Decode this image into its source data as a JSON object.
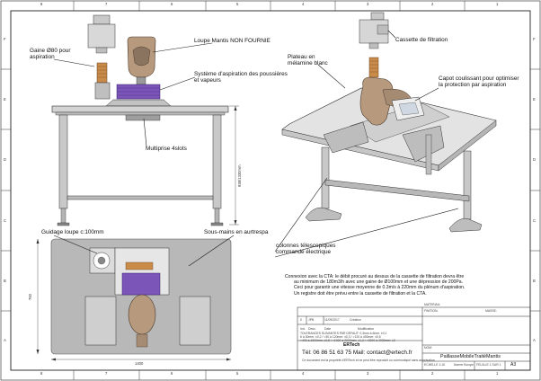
{
  "border": {
    "top_numbers": [
      "8",
      "7",
      "6",
      "5",
      "4",
      "3",
      "2",
      "1"
    ],
    "bottom_numbers": [
      "8",
      "7",
      "6",
      "5",
      "4",
      "3",
      "2",
      "1"
    ],
    "side_letters": [
      "F",
      "E",
      "D",
      "C",
      "B",
      "A"
    ]
  },
  "front_view": {
    "gaine_label": "Gaine Ø80 pour aspiration",
    "loupe_label": "Loupe Mantis NON FOURNIE",
    "systeme_label": "Système d'aspiration des poussières et vapeurs",
    "multiprise_label": "Multiprise 4slots",
    "height_dim": "938/1330mm"
  },
  "iso_view": {
    "cassette_label": "Cassette de filtration",
    "plateau_label": "Plateau en mélamine blanc",
    "capot_label": "Capot coulissant pour optimiser la protection par aspiration",
    "colonnes_label": "colonnes télescopiques commande électrique"
  },
  "top_view": {
    "guidage_label": "Guidage loupe c:100mm",
    "sous_mains_label": "Sous-mains en aurtrespa",
    "width_dim": "1400",
    "depth_dim": "760"
  },
  "notes": {
    "lines": [
      "Connexion avec la CTA: le débit procuré au dessus de la cassette de filtration devra être",
      "au minimum de 180m3/h avec une gaine de Ø100mm et une dépression de 200Pa.",
      "Ceci pour garantir une vitesse moyenne de 0.3m/s à 220mm du plénum d'aspiration.",
      "Un registre doit être prévu entre la cassette de filtration et la CTA."
    ]
  },
  "title_block": {
    "row_index": "0",
    "author": "JPB",
    "date": "11/09/2017",
    "status": "Création",
    "col_ind": "Ind.",
    "col_desc": "Desc.",
    "col_date": "Date",
    "col_modif": "Modification",
    "tolerance_1": "TOLERANCES SUIVANTES PAR DEFAUT: 0,3mm à 6mm: ±0,1",
    "tolerance_2": "6 à 30mm: ±0,2 / >30 à 120mm: ±0,3 / >120 à 400mm: ±0,5",
    "tolerance_3": ">400 à 1000mm: ±0,8 / >1000 à 2000mm: ±1,2 / >2000 à 4000mm: ±2",
    "company": "ERTech",
    "contact": "Tél: 06 86 51 63 75 Mail: contact@ertech.fr",
    "legal": "Ce document est la propriété d'ERTech et ne peut être reproduit ou communiqué sans autorisation",
    "materiau": "MATERIAU:",
    "finition": "FINITION:",
    "masse": "MASSE:",
    "nom": "NOM:",
    "part_name": "PaillasseMobileTraitéMantis",
    "echelle": "ECHELLE 1:10",
    "projection": "Norme Europe",
    "feuille": "FEUILLE 1 SUR 1",
    "format": "A3"
  }
}
